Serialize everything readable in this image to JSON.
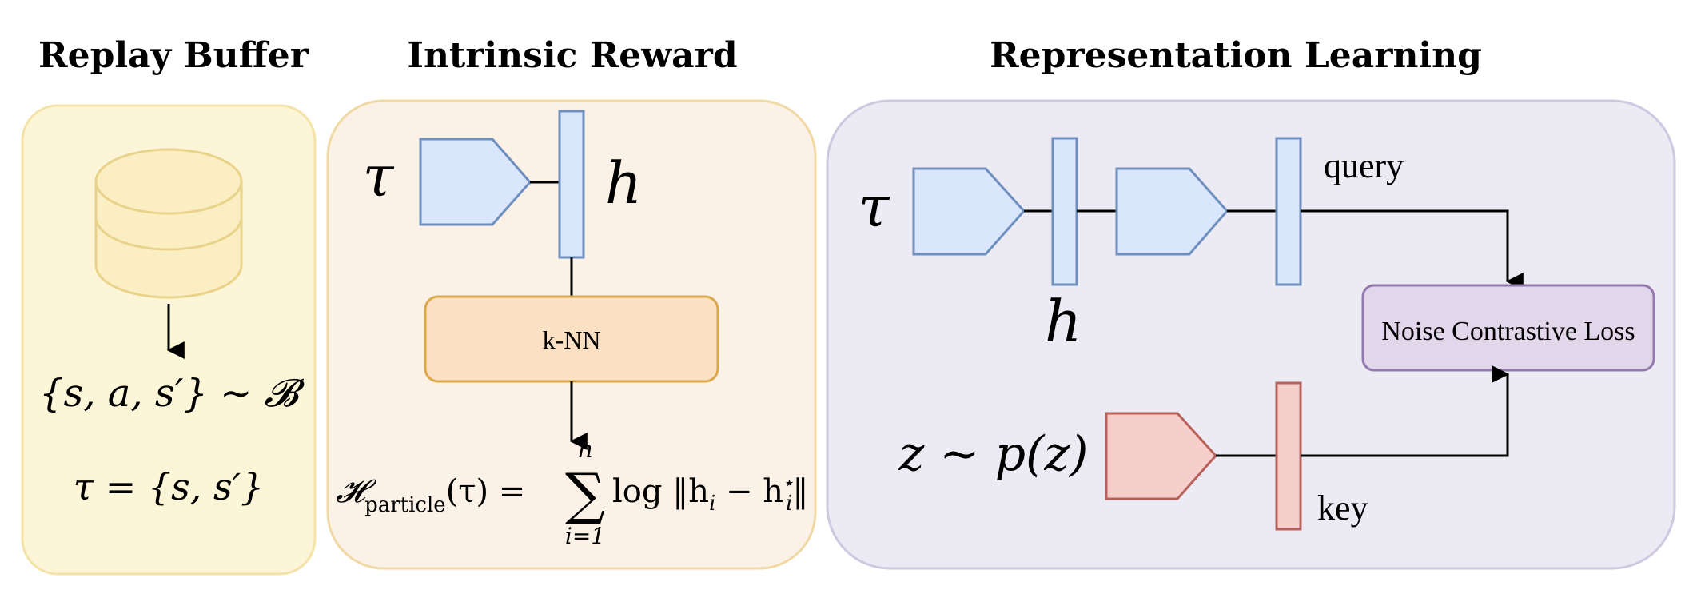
{
  "titles": {
    "replay": "Replay Buffer",
    "intrinsic": "Intrinsic Reward",
    "representation": "Representation Learning"
  },
  "replay": {
    "sample": "{s, a, s′} ∼ 𝓑",
    "tau_def": "τ = {s, s′}"
  },
  "intrinsic": {
    "tau": "τ",
    "h": "h",
    "knn": "k-NN",
    "entropy_lhs": "𝓗",
    "entropy_sub": "particle",
    "entropy_mid": "(τ) =",
    "sum": "∑",
    "sum_top": "n",
    "sum_bottom": "i=1",
    "entropy_rhs": "log ‖h",
    "entropy_rhs_i": "i",
    "entropy_minus": " − h",
    "entropy_star": "⋆",
    "entropy_end_i": "i",
    "entropy_close": "‖"
  },
  "representation": {
    "tau": "τ",
    "h": "h",
    "query": "query",
    "key": "key",
    "z": "z ∼ p(z)",
    "loss": "Noise Contrastive Loss"
  },
  "colors": {
    "replay_panel": "#fcf5d8",
    "replay_border": "#f3e3a8",
    "intrinsic_panel": "#fbf1e6",
    "intrinsic_border": "#f0d9a5",
    "repr_panel": "#eceaf3",
    "repr_border": "#cfc8e0",
    "blue_fill": "#dae6fb",
    "blue_stroke": "#6f8fbf",
    "orange_fill": "#fbe0c3",
    "orange_stroke": "#d9a84a",
    "pink_fill": "#f6cfcc",
    "pink_stroke": "#b9605a",
    "purple_fill": "#e2d6eb",
    "purple_stroke": "#9479ad",
    "db_fill": "#fbeec2",
    "db_stroke": "#e9d28a"
  }
}
